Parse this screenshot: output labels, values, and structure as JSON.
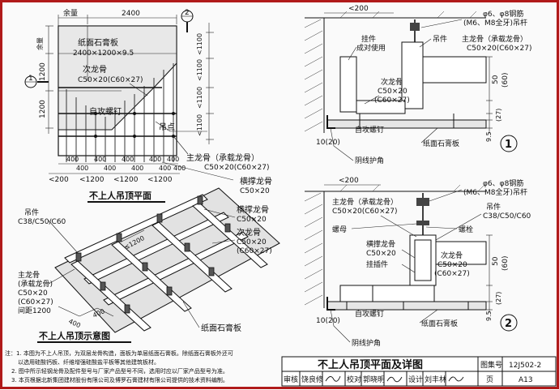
{
  "plan_top": {
    "dims_top": [
      "余量",
      "2400"
    ],
    "dims_left": [
      "余量",
      "1200",
      "1200"
    ],
    "dims_right": [
      "<1100",
      "<1100",
      "<1100",
      "<1100"
    ],
    "dims_bottom": [
      "<200",
      "<1200",
      "<1200",
      "<1200",
      "400",
      "400",
      "400",
      "400",
      "400",
      "400",
      "400",
      "400",
      "400",
      "400"
    ],
    "section_mark_2": "2",
    "section_mark_1": "1",
    "labels": {
      "board": "纸面石膏板",
      "board_size": "2400×1200×9.5",
      "secondary": "次龙骨",
      "secondary_size": "C50×20(C60×27)",
      "screw": "自攻螺钉",
      "hanger_point": "吊点",
      "main": "主龙骨（承载龙骨）",
      "main_size": "C50×20(C60×27)",
      "cross": "横撑龙骨",
      "cross_size": "C50×20"
    },
    "title": "不上人吊顶平面"
  },
  "iso": {
    "labels": {
      "hanger": "吊件",
      "hanger_size": "C38/C50/C60",
      "cross": "横撑龙骨",
      "cross_size": "C50×20",
      "secondary": "次龙骨",
      "secondary_size": "C50×20",
      "secondary_size2": "(C60×27)",
      "main": "主龙骨",
      "main_sub": "(承载龙骨)",
      "main_size": "C50×20",
      "main_size2": "(C60×27)",
      "spacing": "间距1200",
      "board": "纸面石膏板",
      "dim1200": "≤1200",
      "dim400a": "400",
      "dim400b": "400"
    },
    "title": "不上人吊顶示意图"
  },
  "detail1": {
    "dims": [
      "<200",
      "50",
      "(60)",
      "(27)",
      "9.5",
      "10(20)"
    ],
    "labels": {
      "rod": "φ6、φ8钢筋",
      "rod_sub": "(M6、M8全牙)吊杆",
      "hanger_pair": "挂件",
      "pair_use": "成对使用",
      "hanger": "吊件",
      "main": "主龙骨（承载龙骨）",
      "main_size": "C50×20(C60×27)",
      "secondary": "次龙骨",
      "secondary_size": "C50×20",
      "secondary_size2": "(C60×27)",
      "screw": "自攻螺钉",
      "board": "纸面石膏板",
      "angle": "阴线护角"
    },
    "number": "1"
  },
  "detail2": {
    "dims": [
      "<200",
      "(60)",
      "50",
      "(27)",
      "9.5",
      "10(20)"
    ],
    "labels": {
      "rod": "φ6、φ8钢筋",
      "rod_sub": "(M6、M8全牙)吊杆",
      "main": "主龙骨（承载龙骨）",
      "main_size": "C50×20(C60×27)",
      "hanger": "吊件",
      "hanger_size": "C38/C50/C60",
      "nut": "螺母",
      "bolt": "螺栓",
      "cross": "横撑龙骨",
      "cross_size": "C50×20",
      "secondary": "次龙骨",
      "secondary_size": "C50×20",
      "secondary_size2": "(C60×27)",
      "connector": "挂插件",
      "screw": "自攻螺钉",
      "board": "纸面石膏板",
      "angle": "阴线护角"
    },
    "number": "2"
  },
  "notes": [
    "注：1. 本图为不上人吊顶，为双层龙骨构造，面板为单层纸面石膏板。除纸面石膏板外还可",
    "以选用硅酸钙板、纤维增强硅酸盐平板等其他建筑板材。",
    "2. 图中所示轻钢龙骨及配件型号与厂家产品型号不同，选用时应以厂家产品型号为准。",
    "3. 本页根据北新集团建材股份有限公司及博罗石膏建材有限公司提供的技术资料编制。"
  ],
  "title_block": {
    "title": "不上人吊顶平面及详图",
    "atlas_label": "图集号",
    "atlas_value": "12J502-2",
    "review": "审核",
    "reviewer": "饶良修",
    "check": "校对",
    "checker": "郭晓明",
    "design": "设计",
    "designer": "刘丰林",
    "page_label": "页",
    "page_value": "A13"
  }
}
